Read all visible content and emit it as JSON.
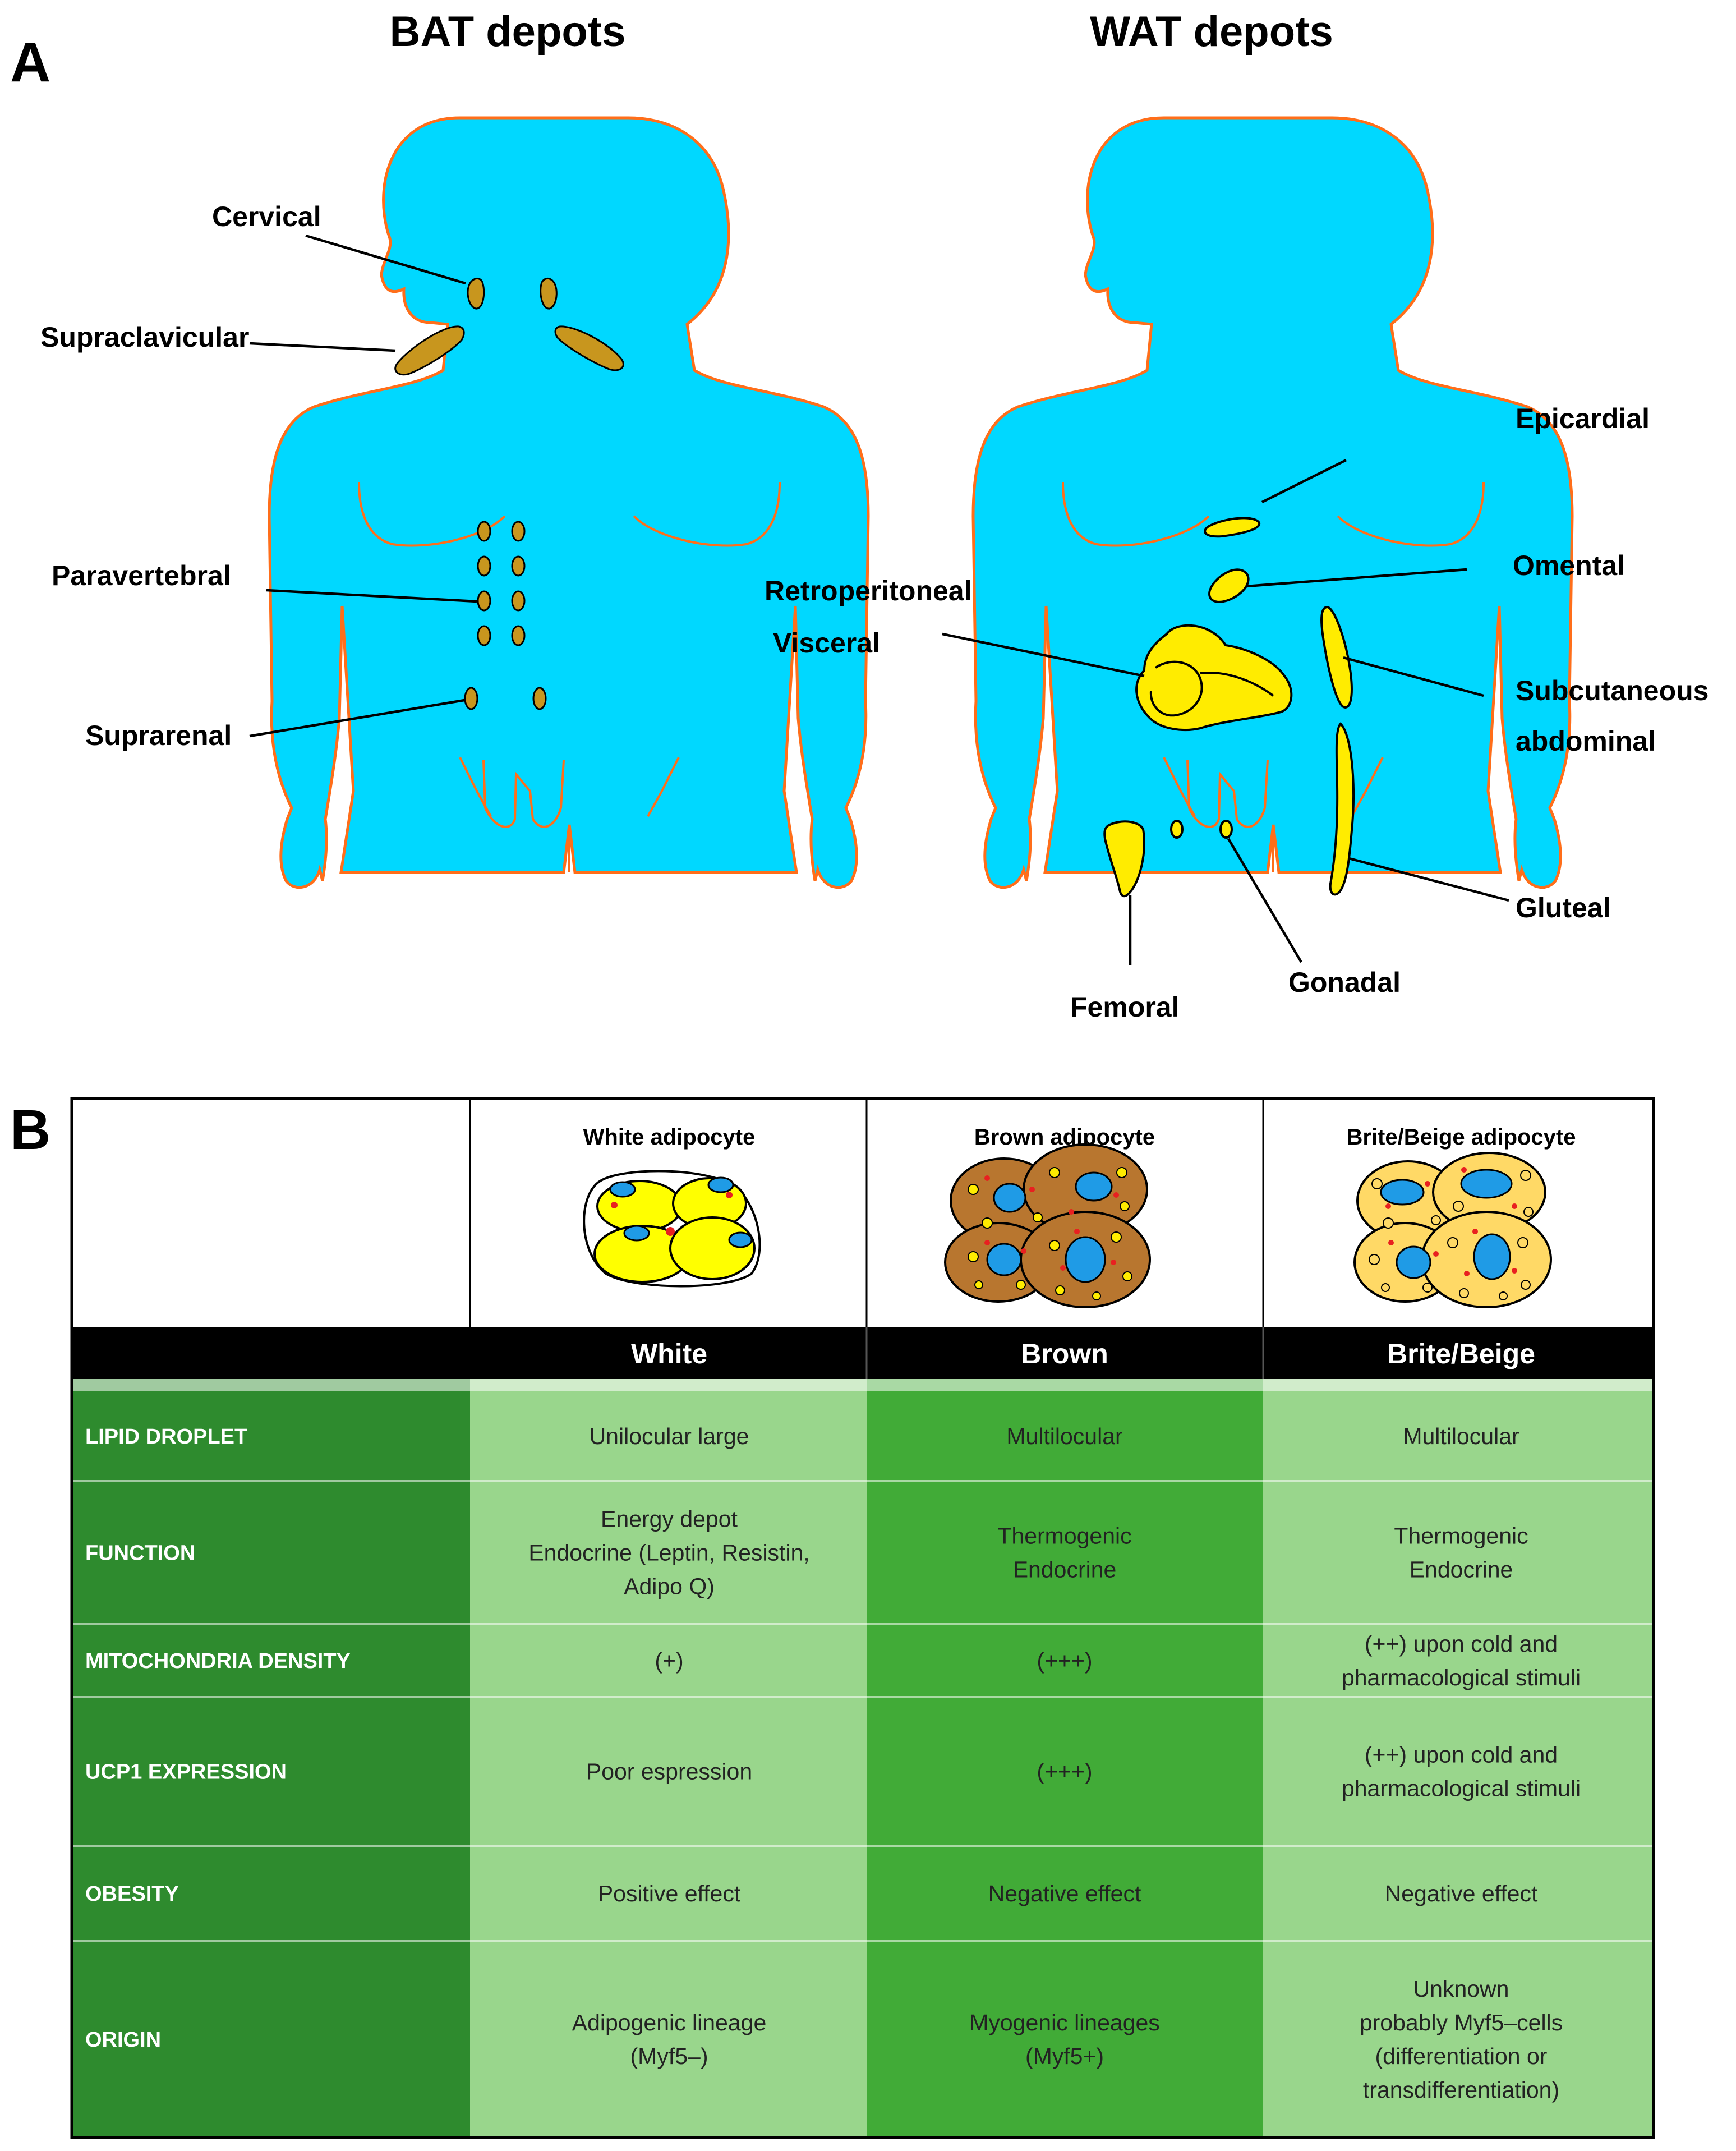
{
  "panel_a": {
    "letter": "A",
    "bat_title": "BAT depots",
    "wat_title": "WAT depots",
    "bat_labels": {
      "cervical": "Cervical",
      "supraclavicular": "Supraclavicular",
      "paravertebral": "Paravertebral",
      "suprarenal": "Suprarenal"
    },
    "wat_labels": {
      "epicardial": "Epicardial",
      "omental": "Omental",
      "retroperitoneal": "Retroperitoneal",
      "visceral": "Visceral",
      "subcutaneous": "Subcutaneous",
      "abdominal": "abdominal",
      "gluteal": "Gluteal",
      "gonadal": "Gonadal",
      "femoral": "Femoral"
    },
    "colors": {
      "body": "#00d8ff",
      "outline": "#ff6e1a",
      "bat_depot": "#c8961e",
      "wat_depot": "#ffec00"
    }
  },
  "panel_b": {
    "letter": "B",
    "cell_headers": [
      "White adipocyte",
      "Brown adipocyte",
      "Brite/Beige adipocyte"
    ],
    "columns": [
      "White",
      "Brown",
      "Brite/Beige"
    ],
    "rows": [
      {
        "label": "LIPID DROPLET",
        "cells": [
          [
            "Unilocular large"
          ],
          [
            "Multilocular"
          ],
          [
            "Multilocular"
          ]
        ]
      },
      {
        "label": "FUNCTION",
        "cells": [
          [
            "Energy depot",
            "Endocrine (Leptin, Resistin,",
            "Adipo Q)"
          ],
          [
            "Thermogenic",
            "Endocrine"
          ],
          [
            "Thermogenic",
            "Endocrine"
          ]
        ]
      },
      {
        "label": "MITOCHONDRIA DENSITY",
        "cells": [
          [
            "(+)"
          ],
          [
            "(+++)"
          ],
          [
            "(++) upon cold and",
            "pharmacological stimuli"
          ]
        ]
      },
      {
        "label": "UCP1 EXPRESSION",
        "cells": [
          [
            "Poor espression"
          ],
          [
            "(+++)"
          ],
          [
            "(++) upon cold and",
            "pharmacological stimuli"
          ]
        ]
      },
      {
        "label": "OBESITY",
        "cells": [
          [
            "Positive effect"
          ],
          [
            "Negative effect"
          ],
          [
            "Negative effect"
          ]
        ]
      },
      {
        "label": "ORIGIN",
        "cells": [
          [
            "Adipogenic lineage",
            "(Myf5–)"
          ],
          [
            "Myogenic lineages",
            "(Myf5+)"
          ],
          [
            "Unknown",
            "probably Myf5–cells",
            "(differentiation or",
            "transdifferentiation)"
          ]
        ]
      }
    ],
    "colors": {
      "label_column": "#2e8b2e",
      "white_column": "#99d68c",
      "brown_column": "#41ab37",
      "beige_column": "#99d68c",
      "header_band": "#000000",
      "white_cell": "#ffff00",
      "brown_cell": "#b8762f",
      "beige_cell": "#ffd966",
      "nucleus": "#1f9be6"
    }
  }
}
